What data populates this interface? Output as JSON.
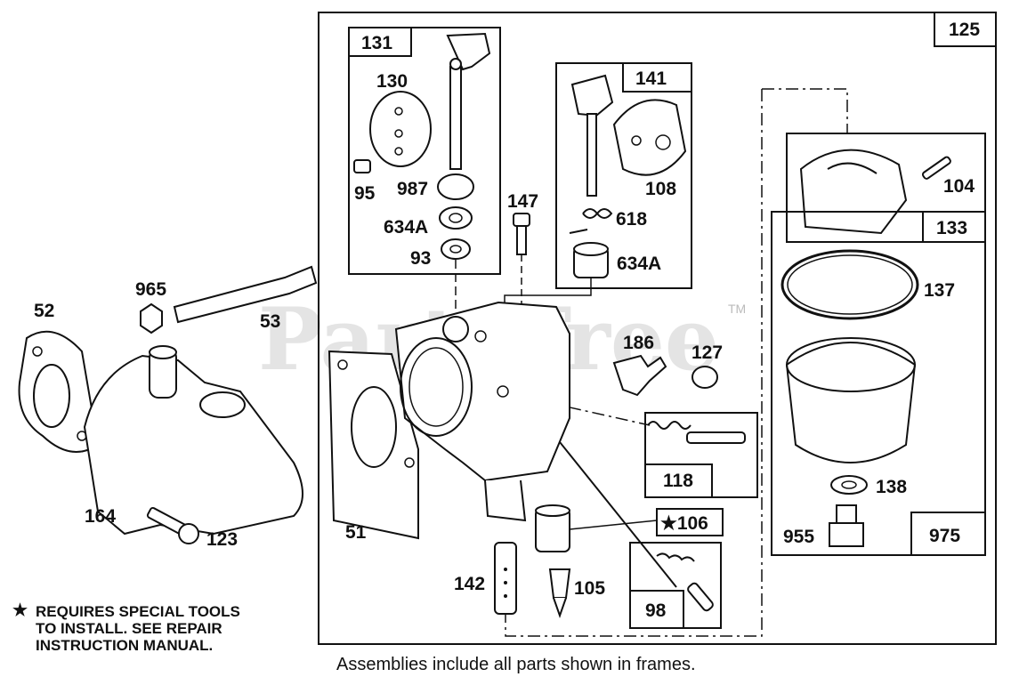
{
  "watermark": {
    "text": "PartsTree",
    "tm": "TM"
  },
  "callouts": {
    "c125": "125",
    "c131": "131",
    "c130": "130",
    "c95": "95",
    "c987": "987",
    "c634a_1": "634A",
    "c93": "93",
    "c141": "141",
    "c108": "108",
    "c618": "618",
    "c634a_2": "634A",
    "c147": "147",
    "c104": "104",
    "c133": "133",
    "c137": "137",
    "c138": "138",
    "c955": "955",
    "c975": "975",
    "c186": "186",
    "c127": "127",
    "c118": "118",
    "c106": "★106",
    "c98": "98",
    "c105": "105",
    "c142": "142",
    "c51": "51",
    "c52": "52",
    "c965": "965",
    "c53": "53",
    "c164": "164",
    "c123": "123"
  },
  "note": {
    "star": "★",
    "lines": [
      "REQUIRES SPECIAL TOOLS",
      "TO INSTALL.  SEE REPAIR",
      "INSTRUCTION MANUAL."
    ]
  },
  "caption": "Assemblies include all parts shown in frames."
}
